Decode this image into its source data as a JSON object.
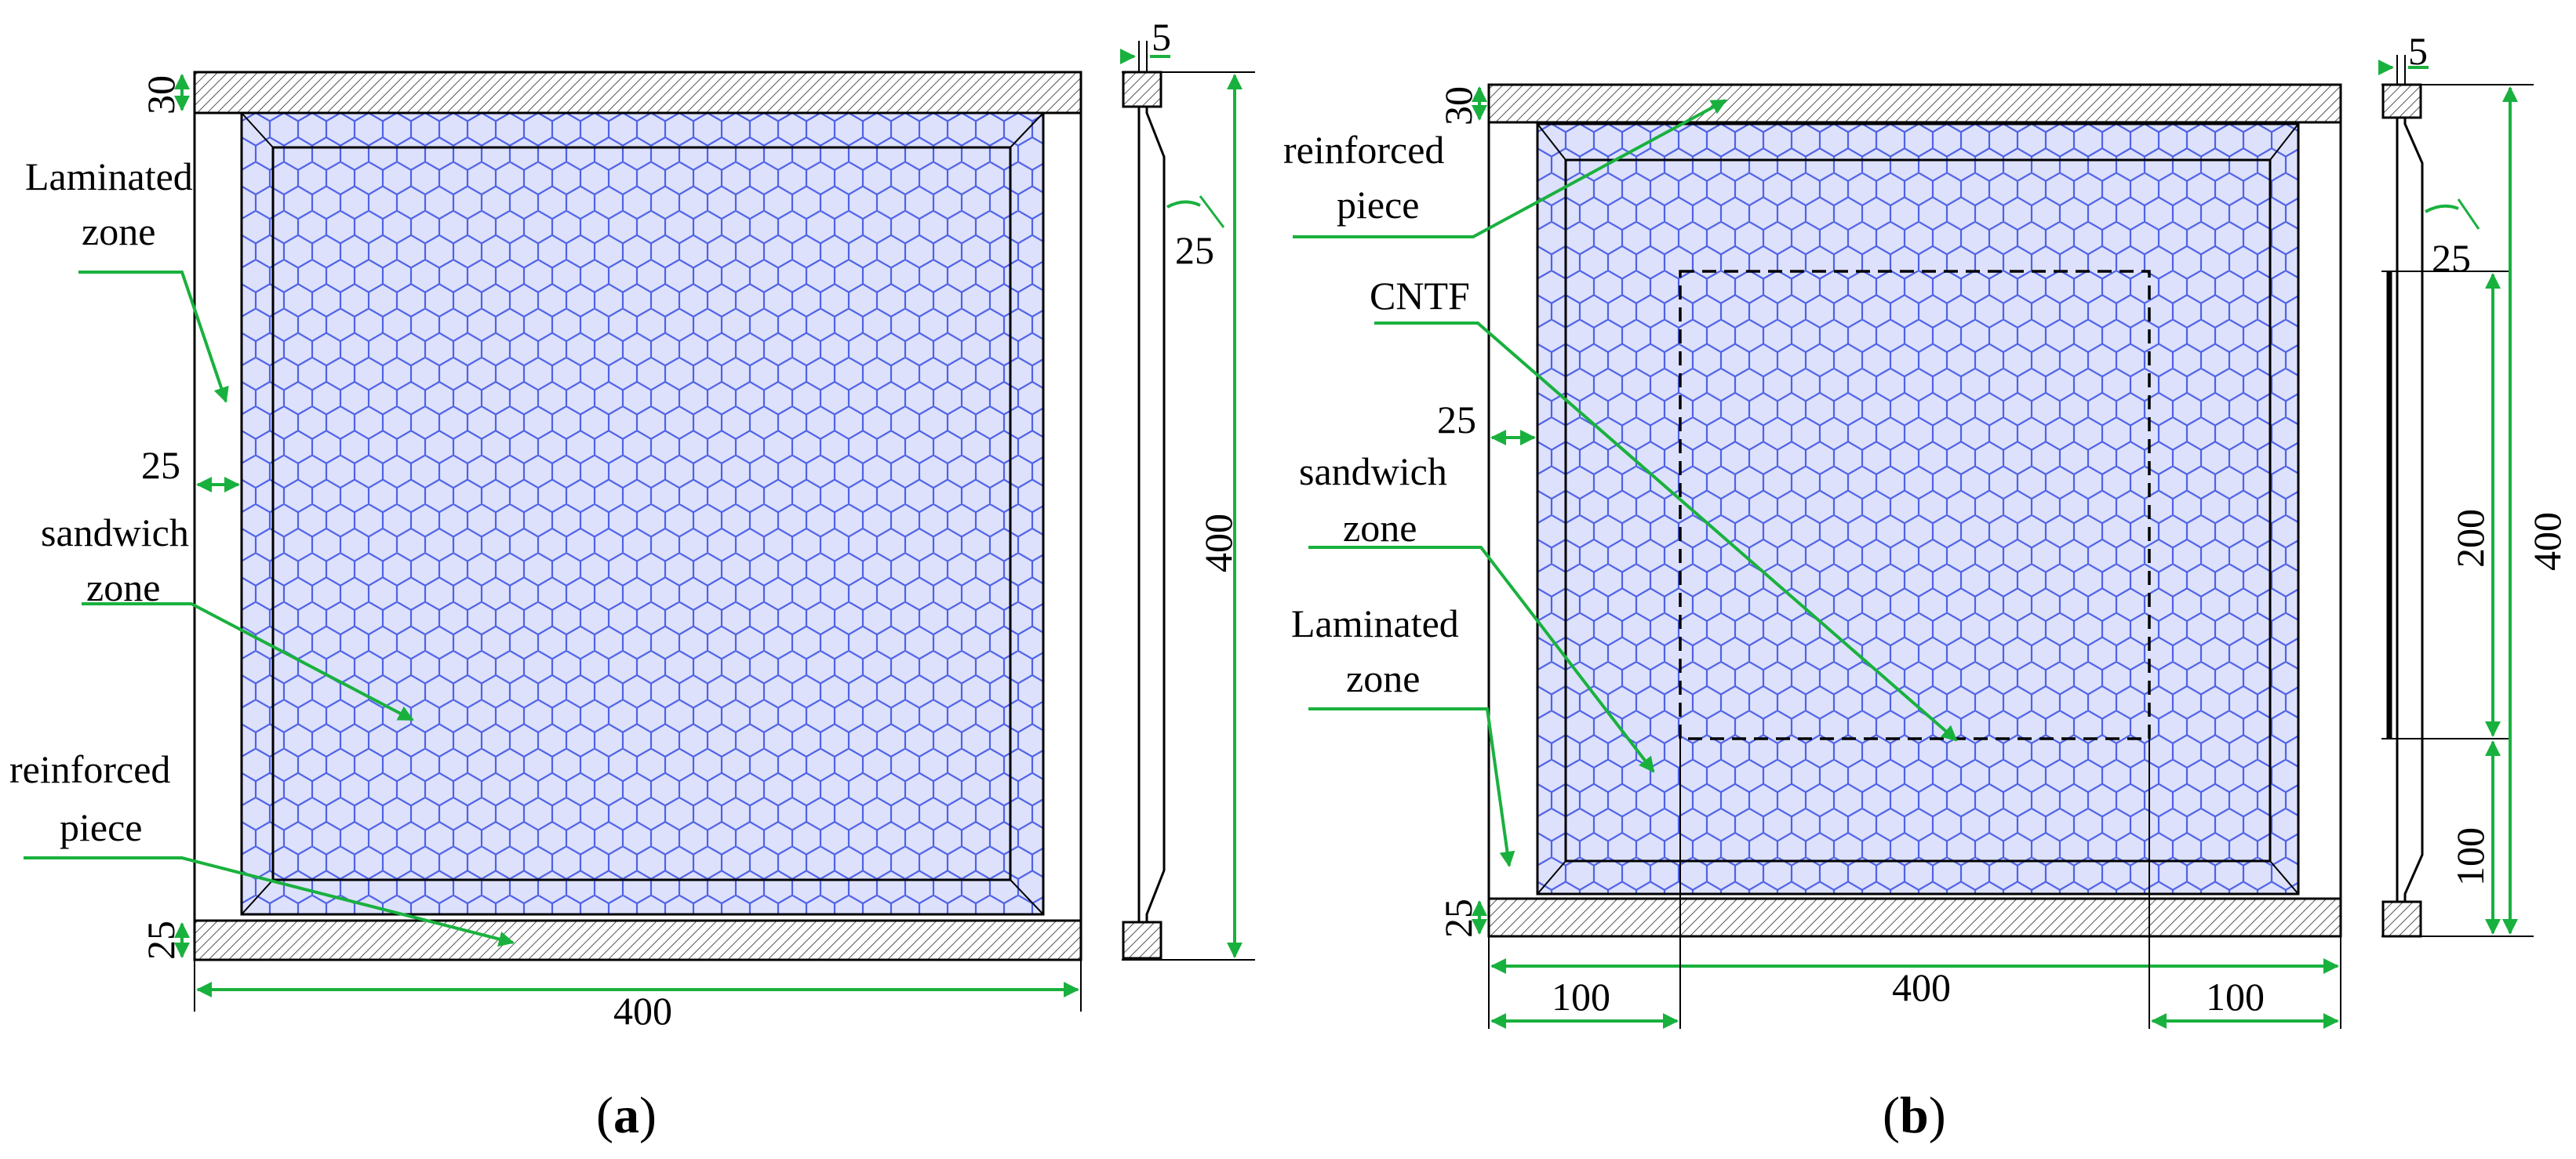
{
  "figure": {
    "panel_a": {
      "caption_open": "(",
      "caption_letter": "a",
      "caption_close": ")",
      "labels": {
        "laminated_1": "Laminated",
        "laminated_2": "zone",
        "sandwich_1": "sandwich",
        "sandwich_2": "zone",
        "reinforced_1": "reinforced",
        "reinforced_2": "piece"
      },
      "dims": {
        "top_strip": "30",
        "bottom_strip": "25",
        "margin": "25",
        "width": "400",
        "height": "400",
        "thickness": "5",
        "angle": "25"
      }
    },
    "panel_b": {
      "caption_open": "(",
      "caption_letter": "b",
      "caption_close": ")",
      "labels": {
        "reinforced_1": "reinforced",
        "reinforced_2": "piece",
        "cntf": "CNTF",
        "sandwich_1": "sandwich",
        "sandwich_2": "zone",
        "laminated_1": "Laminated",
        "laminated_2": "zone"
      },
      "dims": {
        "top_strip": "30",
        "bottom_strip": "25",
        "margin": "25",
        "width": "400",
        "left_offset": "100",
        "right_offset": "100",
        "height": "400",
        "cntf_height": "200",
        "bottom_offset": "100",
        "thickness": "5",
        "angle": "25"
      }
    },
    "colors": {
      "leader_green": "#19b13e",
      "honeycomb_blue": "#4f62e6",
      "panel_fill": "#dde1fb",
      "outline": "#000000"
    }
  }
}
